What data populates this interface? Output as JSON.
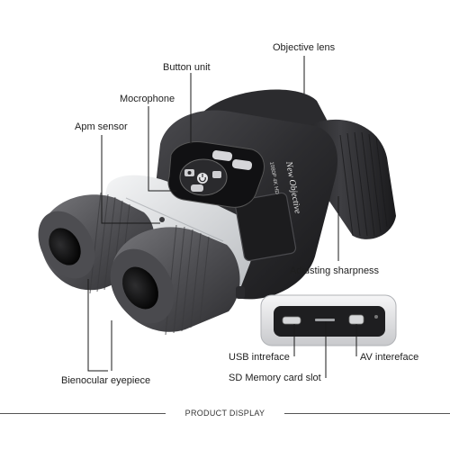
{
  "labels": {
    "objective_lens": "Objective lens",
    "button_unit": "Button unit",
    "microphone": "Mocrophone",
    "apm_sensor": "Apm sensor",
    "adjusting_sharpness": "Adjusting sharpness",
    "usb_interface": "USB intreface",
    "av_interface": "AV intereface",
    "sd_slot": "SD Memory card slot",
    "binocular_eyepiece": "Bienocular eyepiece"
  },
  "device_text": {
    "brand": "New Objective",
    "model": "1080P 4K HD"
  },
  "footer": {
    "title": "PRODUCT DISPLAY"
  },
  "colors": {
    "body_dark": "#2a2a2c",
    "body_mid": "#3c3c3f",
    "accent_silver": "#d9dbde",
    "rubber": "#565659",
    "leader_line": "#1a1a1a"
  },
  "icons": [
    "camera-icon",
    "power-icon",
    "menu-icon",
    "up-arrow-icon",
    "down-arrow-icon"
  ]
}
